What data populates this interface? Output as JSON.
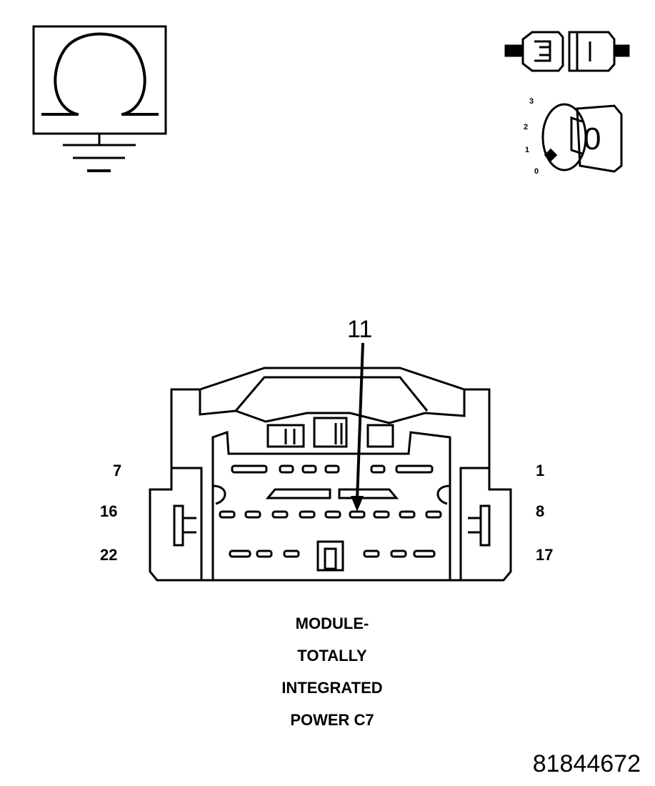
{
  "connector": {
    "callout_pin": "11",
    "pin_labels": {
      "left_top": "7",
      "left_middle": "16",
      "left_bottom": "22",
      "right_top": "1",
      "right_middle": "8",
      "right_bottom": "17"
    },
    "title_lines": [
      "MODULE-",
      "TOTALLY",
      "INTEGRATED",
      "POWER C7"
    ]
  },
  "ignition_switch": {
    "positions": [
      "3",
      "2",
      "1",
      "0"
    ],
    "key_label": "0"
  },
  "document_number": "81844672",
  "icons": [
    "ohmmeter-ground-icon",
    "connector-disconnected-icon",
    "ignition-key-off-icon"
  ],
  "colors": {
    "ink": "#000000",
    "background": "#ffffff"
  }
}
